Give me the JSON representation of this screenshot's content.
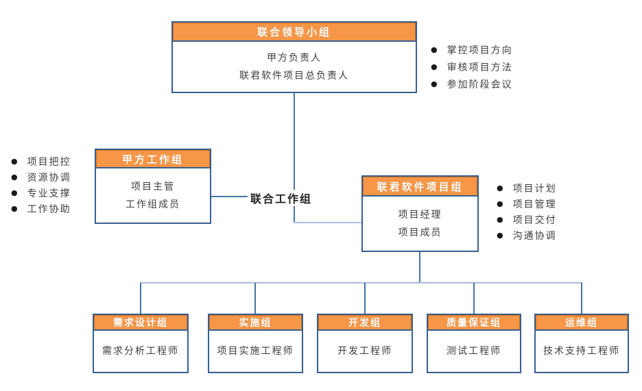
{
  "diagram": {
    "type": "org-chart",
    "colors": {
      "header_bg": "#f79646",
      "header_border": "#cc6d1f",
      "header_text": "#ffffff",
      "box_border": "#365f91",
      "box_bg": "#ffffff",
      "body_text": "#3d3d3d",
      "connector_dark": "#4472a8",
      "connector_light": "#a8bcdc"
    },
    "nodes": {
      "leadership": {
        "title": "联合领导小组",
        "members": [
          "甲方负责人",
          "联君软件项目总负责人"
        ]
      },
      "client_group": {
        "title": "甲方工作组",
        "members": [
          "项目主管",
          "工作组成员"
        ]
      },
      "joint_label": "联合工作组",
      "vendor_group": {
        "title": "联君软件项目组",
        "members": [
          "项目经理",
          "项目成员"
        ]
      },
      "teams": [
        {
          "title": "需求设计组",
          "member": "需求分析工程师"
        },
        {
          "title": "实施组",
          "member": "项目实施工程师"
        },
        {
          "title": "开发组",
          "member": "开发工程师"
        },
        {
          "title": "质量保证组",
          "member": "测试工程师"
        },
        {
          "title": "运维组",
          "member": "技术支持工程师"
        }
      ]
    },
    "duties": {
      "leadership": [
        "掌控项目方向",
        "审核项目方法",
        "参加阶段会议"
      ],
      "client": [
        "项目把控",
        "资源协调",
        "专业支撑",
        "工作协助"
      ],
      "vendor": [
        "项目计划",
        "项目管理",
        "项目交付",
        "沟通协调"
      ]
    },
    "bullet_icon": "●"
  }
}
